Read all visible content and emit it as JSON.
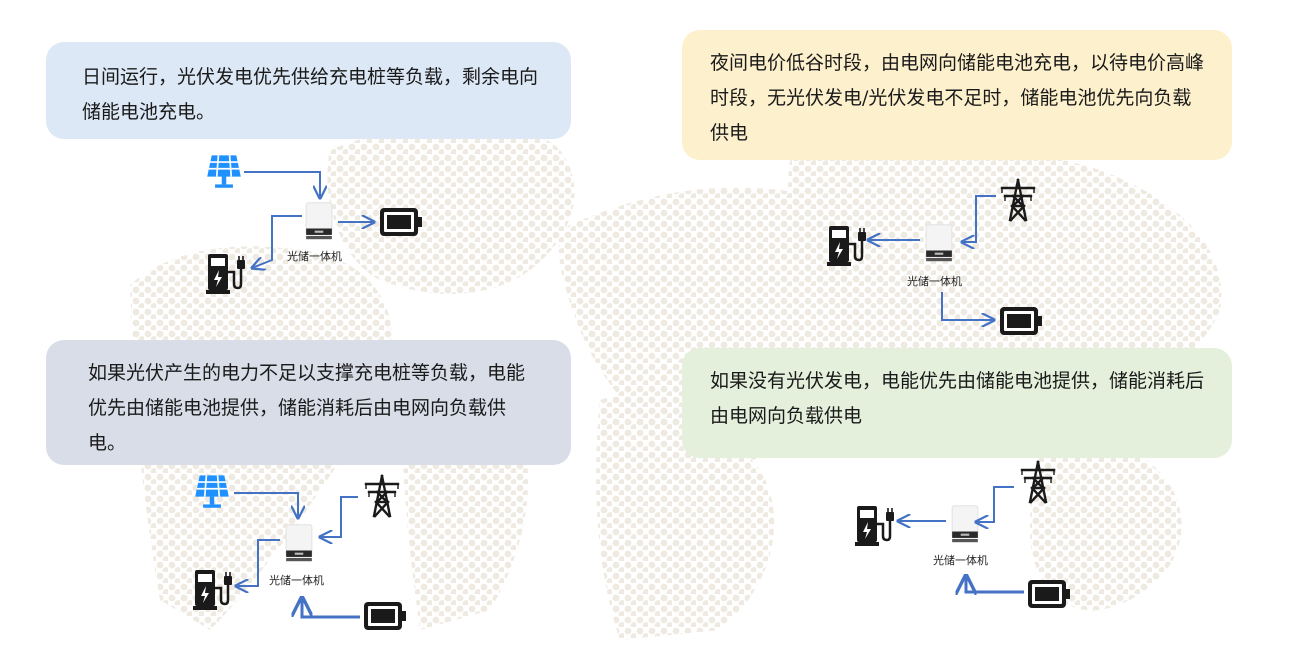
{
  "scenarios": [
    {
      "text": "日间运行，光伏发电优先供给充电桩等负载，剩余电向储能电池充电。",
      "device_label": "光储一体机",
      "bg": "#dce8f5"
    },
    {
      "text": "夜间电价低谷时段，由电网向储能电池充电，以待电价高峰时段，无光伏发电/光伏发电不足时，储能电池优先向负载供电",
      "device_label": "光储一体机",
      "bg": "#fdf0cc"
    },
    {
      "text": "如果光伏产生的电力不足以支撑充电桩等负载，电能优先由储能电池提供，储能消耗后由电网向负载供电。",
      "device_label": "光储一体机",
      "bg": "#d8dde8"
    },
    {
      "text": "如果没有光伏发电，电能优先由储能电池提供，储能消耗后由电网向负载供电",
      "device_label": "光储一体机",
      "bg": "#e4efdc"
    }
  ],
  "colors": {
    "arrow": "#4472c4",
    "solar": "#1e90ff",
    "icon_dark": "#1a1a1a",
    "map_dot": "#efeae0"
  },
  "icons": [
    "solar-panel-icon",
    "battery-icon",
    "ev-charger-icon",
    "power-tower-icon",
    "inverter-icon"
  ]
}
